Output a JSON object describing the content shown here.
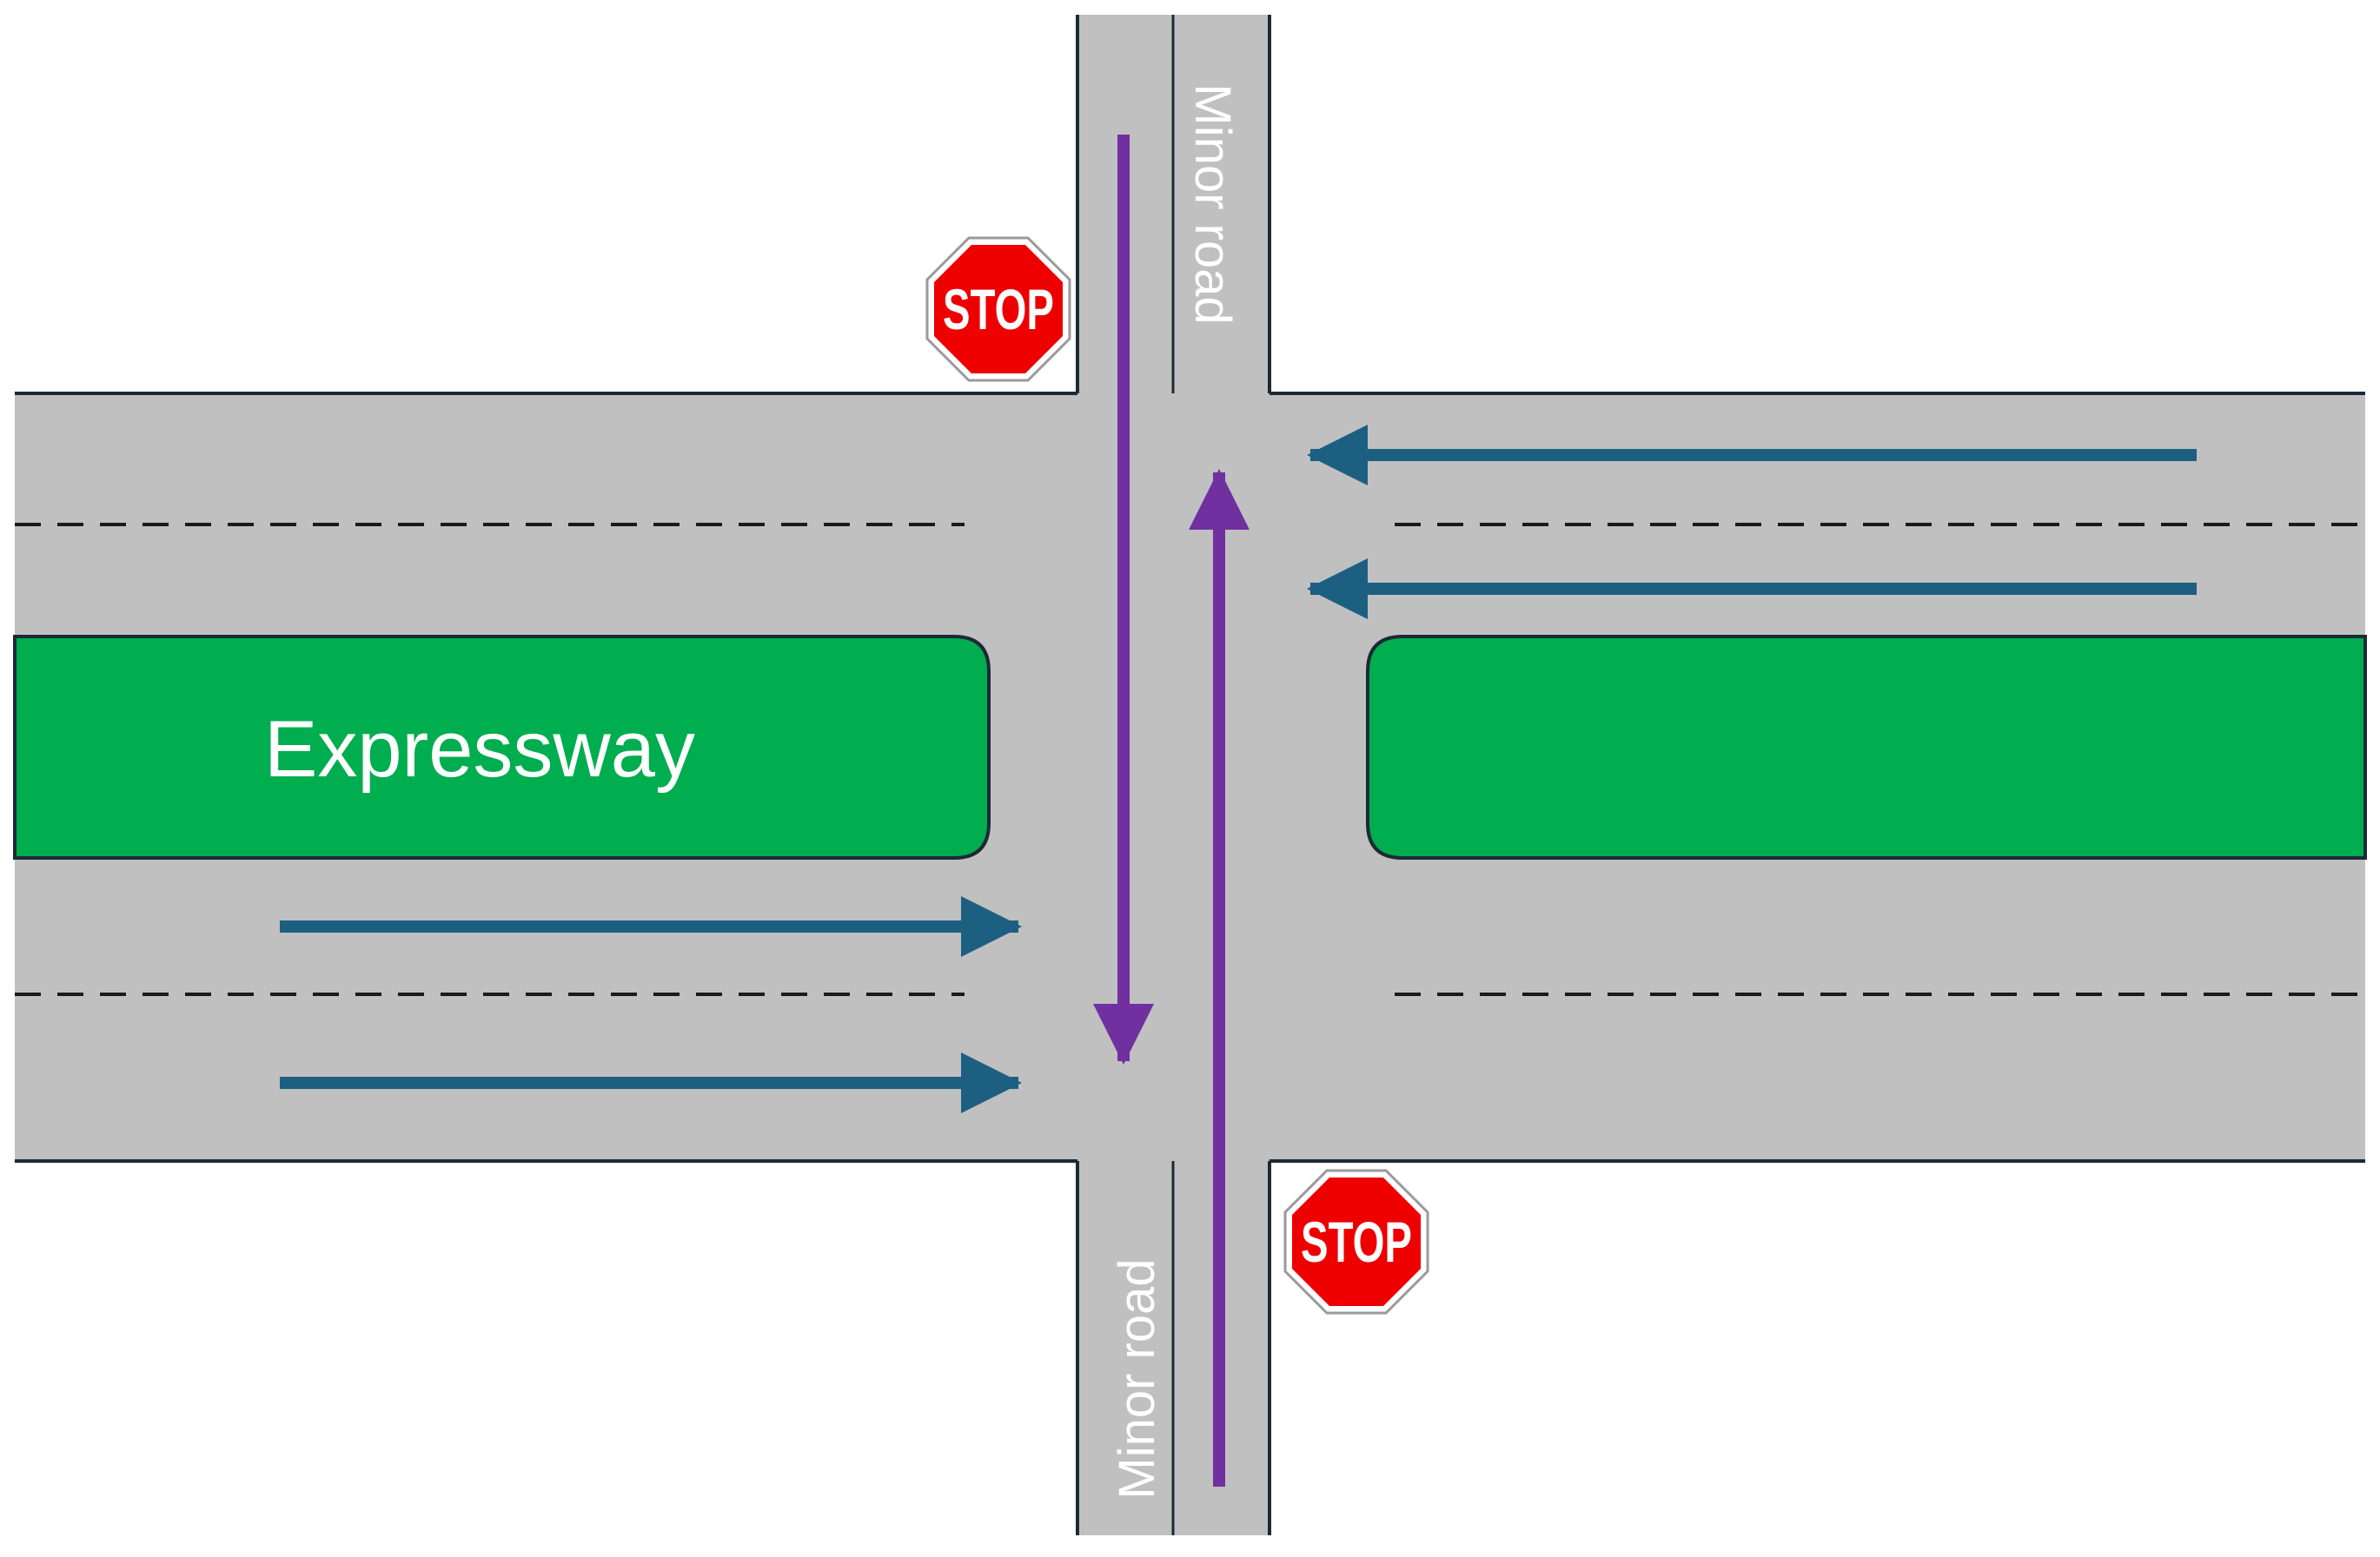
{
  "labels": {
    "expressway": "Expressway",
    "minor_road_north": "Minor road",
    "minor_road_south": "Minor road",
    "stop_sign_north": "STOP",
    "stop_sign_south": "STOP"
  },
  "colors": {
    "road": "#c0c0c0",
    "road_edge": "#1c2a36",
    "median": "#00ad4f",
    "expressway_traffic_arrow": "#1d5f80",
    "minor_road_traffic_arrow": "#7030a0",
    "stop_sign": "#ee0000",
    "lane_marking": "#1a1a1a"
  },
  "icons": {
    "stop_sign": "octagon-stop-sign",
    "traffic_arrow": "arrow"
  }
}
